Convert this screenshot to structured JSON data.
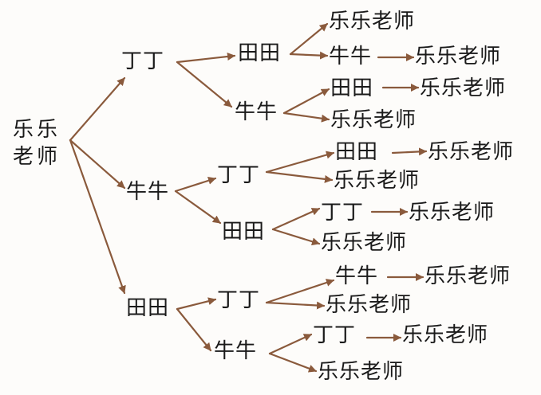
{
  "colors": {
    "arrow": "#8a5a3c",
    "text": "#1a1a1a",
    "background": "#fdfcfa"
  },
  "tree": {
    "root": "乐乐老师",
    "branches": [
      {
        "name": "丁丁",
        "children": [
          {
            "name": "田田",
            "leaves": [
              "乐乐老师",
              "牛牛",
              "乐乐老师"
            ]
          },
          {
            "name": "牛牛",
            "leaves": [
              "田田",
              "乐乐老师",
              "乐乐老师"
            ]
          }
        ]
      },
      {
        "name": "牛牛",
        "children": [
          {
            "name": "丁丁",
            "leaves": [
              "田田",
              "乐乐老师",
              "乐乐老师"
            ]
          },
          {
            "name": "田田",
            "leaves": [
              "丁丁",
              "乐乐老师",
              "乐乐老师"
            ]
          }
        ]
      },
      {
        "name": "田田",
        "children": [
          {
            "name": "丁丁",
            "leaves": [
              "牛牛",
              "乐乐老师",
              "乐乐老师"
            ]
          },
          {
            "name": "牛牛",
            "leaves": [
              "丁丁",
              "乐乐老师",
              "乐乐老师"
            ]
          }
        ]
      }
    ]
  }
}
